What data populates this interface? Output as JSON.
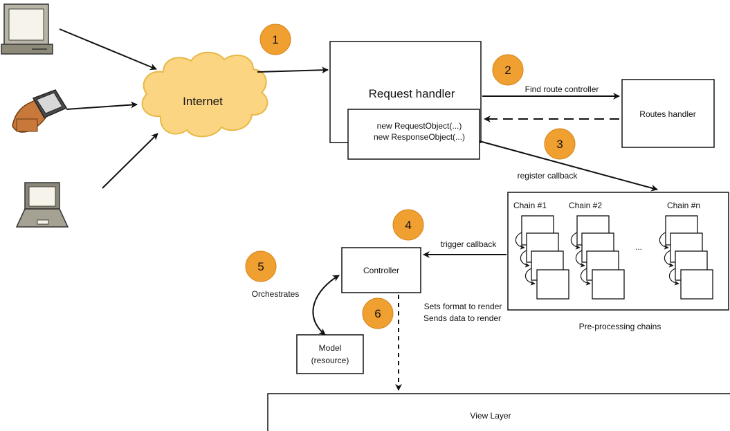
{
  "badges": [
    "1",
    "2",
    "3",
    "4",
    "5",
    "6"
  ],
  "cloud_label": "Internet",
  "request_handler": {
    "title": "Request handler",
    "inner_line1": "new RequestObject(...)",
    "inner_line2": "new ResponseObject(...)"
  },
  "routes_handler_label": "Routes handler",
  "edge_labels": {
    "find_route": "Find route controller",
    "register_callback": "register callback",
    "trigger_callback": "trigger callback",
    "orchestrates": "Orchestrates",
    "sets_format": "Sets format to render",
    "sends_data": "Sends data to render"
  },
  "chains": {
    "labels": [
      "Chain #1",
      "Chain #2",
      "Chain #n"
    ],
    "ellipsis": "...",
    "caption": "Pre-processing chains"
  },
  "controller_label": "Controller",
  "model": {
    "line1": "Model",
    "line2": "(resource)"
  },
  "view_layer_label": "View Layer",
  "colors": {
    "badge": "#f0a030",
    "cloud": "#fbd582",
    "cloud_stroke": "#e8b848",
    "hand": "#c8783a"
  }
}
